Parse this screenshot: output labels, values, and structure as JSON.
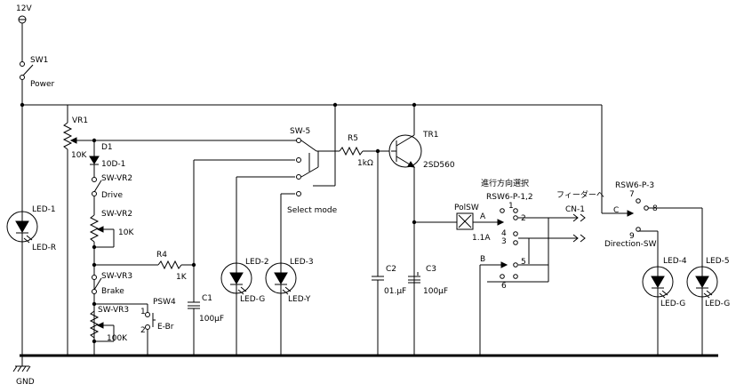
{
  "labels": {
    "v12": "12V",
    "gnd": "GND",
    "sw1": "SW1",
    "power": "Power",
    "vr1": "VR1",
    "vr1_val": "10K",
    "led1": "LED-1",
    "led1_color": "LED-R",
    "d1": "D1",
    "d1_type": "10D-1",
    "sw_vr2_a": "SW-VR2",
    "drive": "Drive",
    "sw_vr2_b": "SW-VR2",
    "vr2_val": "10K",
    "r4": "R4",
    "r4_val": "1K",
    "sw_vr3_a": "SW-VR3",
    "brake": "Brake",
    "psw4": "PSW4",
    "psw4_pin1": "1",
    "psw4_pin2": "2",
    "ebr": "E-Br",
    "sw_vr3_b": "SW-VR3",
    "vr3_val": "100K",
    "c1": "C1",
    "c1_val": "100μF",
    "led2": "LED-2",
    "led2_color": "LED-G",
    "led3": "LED-3",
    "led3_color": "LED-Y",
    "sw5": "SW-5",
    "select_mode": "Select mode",
    "r5": "R5",
    "r5_val": "1kΩ",
    "tr1": "TR1",
    "tr1_type": "2SD560",
    "c2": "C2",
    "c2_val": "01.μF",
    "c3": "C3",
    "c3_val": "100μF",
    "polsw": "PolSW",
    "dir_select": "進行方向選択",
    "rsw_a": "RSW6-P-1,2",
    "pin_a": "A",
    "pin_b": "B",
    "fuse": "1.1A",
    "p1": "1",
    "p2": "2",
    "p3": "3",
    "p4": "4",
    "p5": "5",
    "p6": "6",
    "feeder": "フィーダーへ",
    "cn1": "CN-1",
    "rsw_b": "RSW6-P-3",
    "pin_c": "C",
    "p7": "7",
    "p8": "8",
    "p9": "9",
    "direction_sw": "Direction-SW",
    "led4": "LED-4",
    "led4_color": "LED-G",
    "led5": "LED-5",
    "led5_color": "LED-G"
  }
}
